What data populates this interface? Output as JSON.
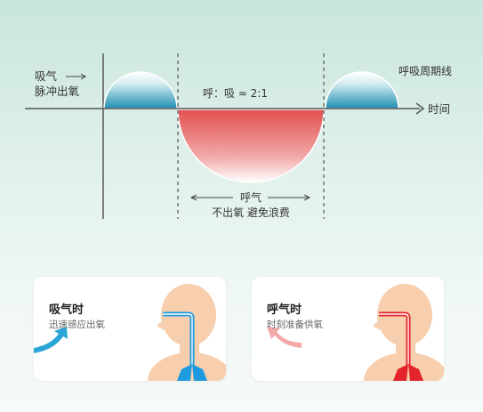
{
  "diagram": {
    "inhale_label_line1": "吸气",
    "inhale_label_line2": "脉冲出氧",
    "breath_cycle_label": "呼吸周期线",
    "time_axis_label": "时间",
    "ratio_label": "呼：吸 ≈ 2:1",
    "exhale_label_line1": "呼气",
    "exhale_label_line2": "不出氧 避免浪费",
    "inhale_color": "#1f8fb0",
    "exhale_color": "#e35a5a"
  },
  "cards": [
    {
      "title": "吸气时",
      "subtitle": "迅速感应出氧",
      "accent": "#1e9be0",
      "icon": "inhale-arrow-icon"
    },
    {
      "title": "呼气时",
      "subtitle": "时刻准备供氧",
      "accent": "#e3242b",
      "icon": "exhale-arrow-icon"
    }
  ]
}
